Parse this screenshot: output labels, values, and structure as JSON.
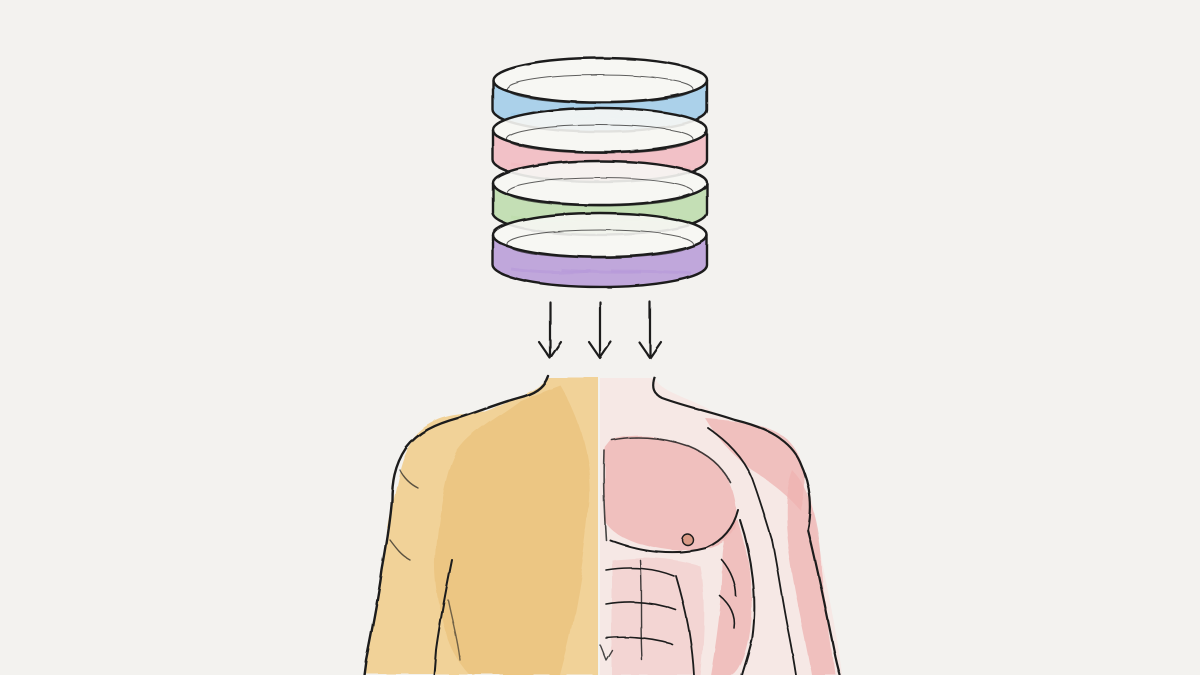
{
  "palette": {
    "background": "#f3f2ef",
    "ink": "#1c1c1c",
    "disc_blue": "#9ecbea",
    "disc_pink": "#f2b9c0",
    "disc_green": "#bcdcaa",
    "disc_purple": "#b79ad8",
    "fat_yellow": "#f1cf8f",
    "muscle_pink": "#eeaaa8",
    "skin": "#f6e7e3"
  },
  "icons": {
    "stack": "database-stack-icon",
    "arrows": "down-arrow-icon",
    "figure": "torso-icon"
  },
  "stack": {
    "layers": [
      {
        "color_key": "disc_blue"
      },
      {
        "color_key": "disc_pink"
      },
      {
        "color_key": "disc_green"
      },
      {
        "color_key": "disc_purple"
      }
    ]
  },
  "arrows": {
    "count": 3
  }
}
